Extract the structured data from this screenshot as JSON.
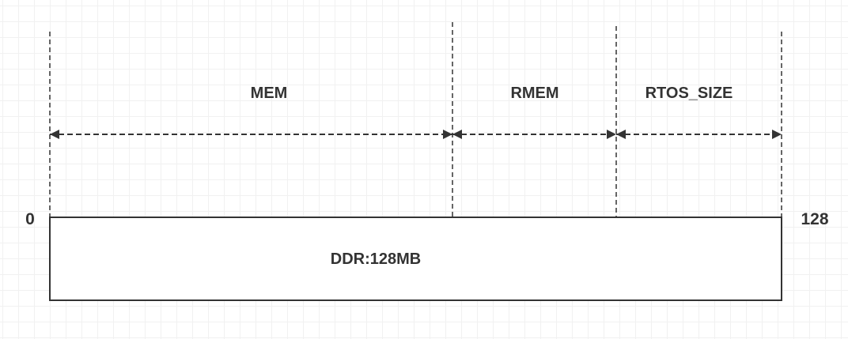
{
  "regions": [
    {
      "label": "MEM"
    },
    {
      "label": "RMEM"
    },
    {
      "label": "RTOS_SIZE"
    }
  ],
  "memory": {
    "label": "DDR:128MB",
    "start_label": "0",
    "end_label": "128"
  },
  "colors": {
    "stroke": "#333333",
    "text": "#333333",
    "grid_minor": "#f1f1f1",
    "grid_major": "#e6e6e6"
  }
}
